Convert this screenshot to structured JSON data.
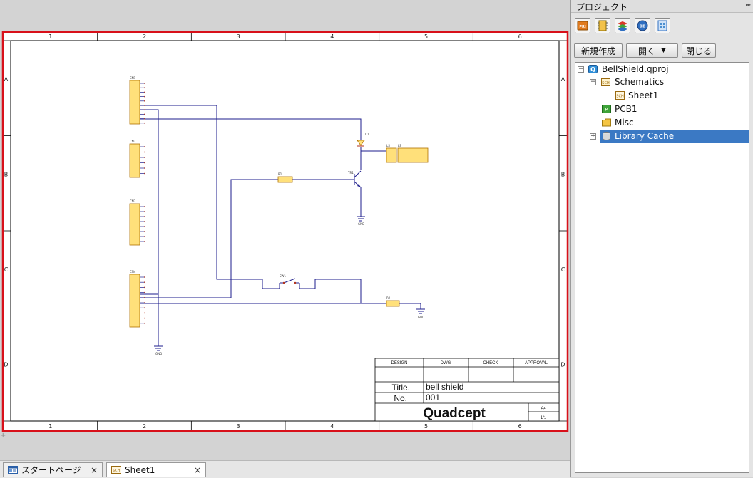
{
  "panel": {
    "title": "プロジェクト",
    "pin": "▸▸",
    "toolbar_icons": [
      {
        "name": "project-tab-icon",
        "label": "PRJ",
        "color": "#e07a1e"
      },
      {
        "name": "parts-tab-icon",
        "label": "",
        "color": "#d9a428"
      },
      {
        "name": "layers-tab-icon",
        "label": "",
        "color": "#3ea33a"
      },
      {
        "name": "db-tab-icon",
        "label": "DB",
        "color": "#2f6fc1"
      },
      {
        "name": "library-tab-icon",
        "label": "",
        "color": "#4b8fd0"
      }
    ],
    "buttons": {
      "new": "新規作成",
      "open": "開く",
      "open_arrow": "▼",
      "close": "閉じる"
    },
    "tree": [
      {
        "label": "BellShield.qproj",
        "expander": "−",
        "icon": "project-q-icon",
        "selected": false
      },
      {
        "label": "Schematics",
        "expander": "−",
        "icon": "schematic-folder-icon",
        "selected": false
      },
      {
        "label": "Sheet1",
        "expander": "",
        "icon": "schematic-sheet-icon",
        "selected": false
      },
      {
        "label": "PCB1",
        "expander": "",
        "icon": "pcb-icon",
        "selected": false
      },
      {
        "label": "Misc",
        "expander": "",
        "icon": "folder-icon",
        "selected": false
      },
      {
        "label": "Library Cache",
        "expander": "+",
        "icon": "database-icon",
        "selected": true
      }
    ]
  },
  "tabs": [
    {
      "label": "スタートページ",
      "close": "×",
      "active": false
    },
    {
      "label": "Sheet1",
      "close": "×",
      "active": true
    }
  ],
  "sheet": {
    "col_labels": [
      "1",
      "2",
      "3",
      "4",
      "5",
      "6"
    ],
    "row_labels": [
      "A",
      "B",
      "C",
      "D"
    ],
    "title_block": {
      "headers": [
        "DESIGN",
        "DWG",
        "CHECK",
        "APPROVAL"
      ],
      "title_label": "Title.",
      "title_value": "bell shield",
      "no_label": "No.",
      "no_value": "001",
      "company": "Quadcept",
      "size": "A4",
      "page": "1/1"
    },
    "components": {
      "connectors": [
        "CN1",
        "CN2",
        "CN3",
        "CN4"
      ],
      "diode": "D1",
      "transistor": "TR1",
      "resistors": [
        "R1",
        "R2"
      ],
      "switch": "SW1",
      "bell": [
        "LS",
        "LS"
      ],
      "gnd_label": "GND"
    }
  },
  "colors": {
    "frame_highlight": "#d8101a",
    "wire": "#1e1e8c",
    "part_fill": "#ffe07a",
    "part_stroke": "#b07000",
    "selection": "#3b79c4"
  }
}
